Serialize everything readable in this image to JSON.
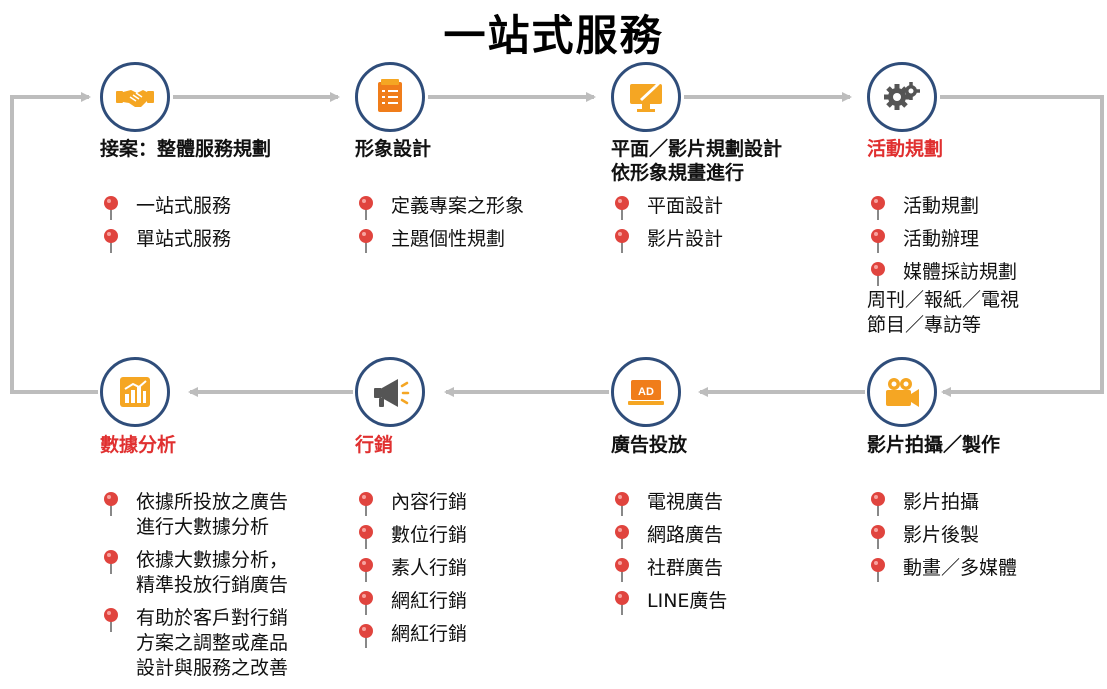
{
  "title": "一站式服務",
  "stages": [
    {
      "title": [
        "接案：整體服務規劃"
      ],
      "items": [
        [
          "一站式服務"
        ],
        [
          "單站式服務"
        ]
      ]
    },
    {
      "title": [
        "形象設計"
      ],
      "items": [
        [
          "定義專案之形象"
        ],
        [
          "主題個性規劃"
        ]
      ]
    },
    {
      "title": [
        "平面／影片規劃設計",
        "依形象規畫進行"
      ],
      "items": [
        [
          "平面設計"
        ],
        [
          "影片設計"
        ]
      ]
    },
    {
      "title": [
        "活動規劃"
      ],
      "items": [
        [
          "活動規劃"
        ],
        [
          "活動辦理"
        ],
        [
          "媒體採訪規劃"
        ]
      ],
      "note": [
        "周刊／報紙／電視",
        "節目／專訪等"
      ]
    },
    {
      "title": [
        "影片拍攝／製作"
      ],
      "items": [
        [
          "影片拍攝"
        ],
        [
          "影片後製"
        ],
        [
          "動畫／多媒體"
        ]
      ]
    },
    {
      "title": [
        "廣告投放"
      ],
      "items": [
        [
          "電視廣告"
        ],
        [
          "網路廣告"
        ],
        [
          "社群廣告"
        ],
        [
          "LINE廣告"
        ]
      ]
    },
    {
      "title": [
        "行銷"
      ],
      "items": [
        [
          "內容行銷"
        ],
        [
          "數位行銷"
        ],
        [
          "素人行銷"
        ],
        [
          "網紅行銷"
        ],
        [
          "網紅行銷"
        ]
      ]
    },
    {
      "title": [
        "數據分析"
      ],
      "items": [
        [
          "依據所投放之廣告",
          "進行大數據分析"
        ],
        [
          "依據大數據分析，",
          "精準投放行銷廣告"
        ],
        [
          "有助於客戶對行銷",
          "方案之調整或產品",
          "設計與服務之改善"
        ]
      ]
    }
  ],
  "icons": [
    "handshake-icon",
    "checklist-icon",
    "monitor-design-icon",
    "gears-icon",
    "video-camera-icon",
    "ad-screen-icon",
    "megaphone-icon",
    "bar-chart-icon"
  ],
  "colors": {
    "accent_red": "#e03030",
    "icon_orange": "#f5a623",
    "circle_border": "#2f4d7a",
    "arrow_gray": "#bdbdbd",
    "pin_red": "#e0443e"
  }
}
